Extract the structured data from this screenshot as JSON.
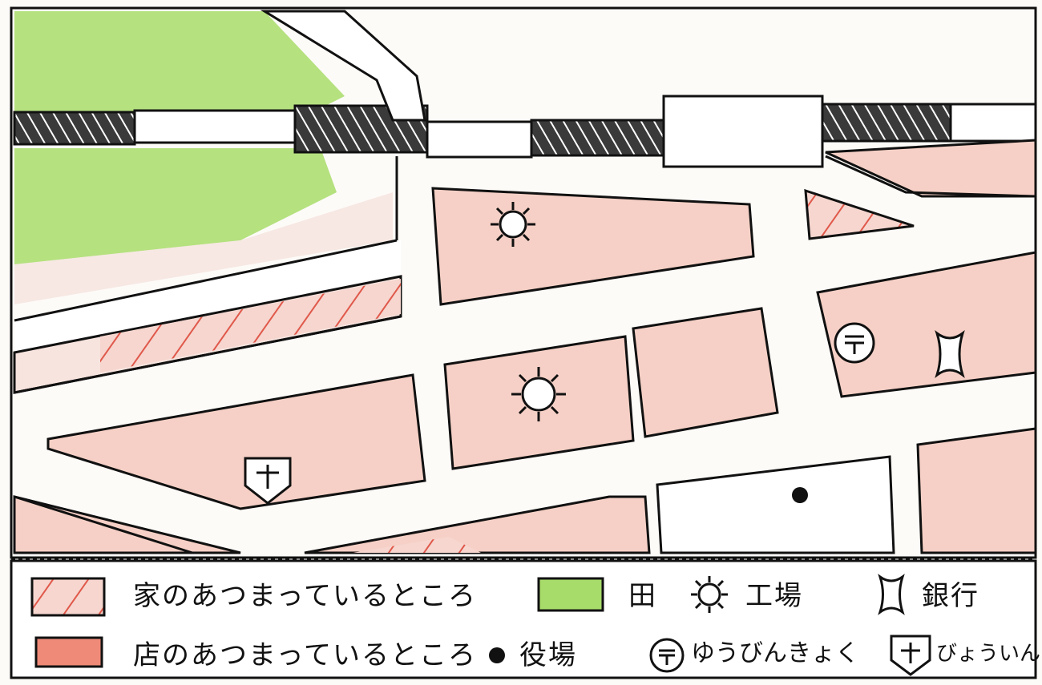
{
  "colors": {
    "ink": "#111111",
    "house_pink": "#f3c8bf",
    "house_stripe": "#e0584a",
    "shop_red": "#f08a78",
    "paddy_green": "#a8dc6a",
    "paper": "#fdfbf8"
  },
  "legend": {
    "items": [
      {
        "symbol": "house-hatch-swatch",
        "label": "家のあつまっているところ"
      },
      {
        "symbol": "paddy-field-swatch",
        "label": "田"
      },
      {
        "symbol": "factory-icon",
        "label": "工場"
      },
      {
        "symbol": "bank-icon",
        "label": "銀行"
      },
      {
        "symbol": "shop-area-swatch",
        "label": "店のあつまっているところ"
      },
      {
        "symbol": "town-office-icon",
        "label": "役場"
      },
      {
        "symbol": "post-office-icon",
        "label": "ゆうびんきょく"
      },
      {
        "symbol": "hospital-icon",
        "label": "びょういん"
      }
    ],
    "paddy_symbol_glyph": "田"
  },
  "map_symbols": [
    {
      "type": "factory-icon"
    },
    {
      "type": "factory-icon"
    },
    {
      "type": "post-office-icon"
    },
    {
      "type": "bank-icon"
    },
    {
      "type": "hospital-icon"
    },
    {
      "type": "town-office-icon"
    }
  ]
}
